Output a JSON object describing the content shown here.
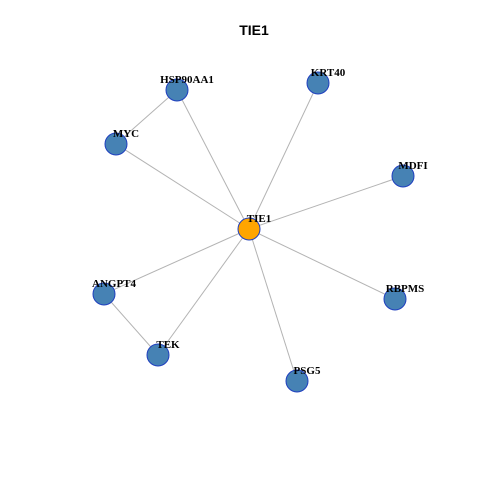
{
  "title": "TIE1",
  "colors": {
    "center_node": "#ffa500",
    "peripheral_node": "#4682b4",
    "node_border": "#1f3fbf",
    "edge": "#b3b3b3"
  },
  "nodes": [
    {
      "id": "TIE1",
      "label": "TIE1",
      "role": "center"
    },
    {
      "id": "HSP90AA1",
      "label": "HSP90AA1",
      "role": "neighbor"
    },
    {
      "id": "KRT40",
      "label": "KRT40",
      "role": "neighbor"
    },
    {
      "id": "MYC",
      "label": "MYC",
      "role": "neighbor"
    },
    {
      "id": "MDFI",
      "label": "MDFI",
      "role": "neighbor"
    },
    {
      "id": "ANGPT4",
      "label": "ANGPT4",
      "role": "neighbor"
    },
    {
      "id": "RBPMS",
      "label": "RBPMS",
      "role": "neighbor"
    },
    {
      "id": "TEK",
      "label": "TEK",
      "role": "neighbor"
    },
    {
      "id": "PSG5",
      "label": "PSG5",
      "role": "neighbor"
    }
  ],
  "edges": [
    {
      "source": "TIE1",
      "target": "HSP90AA1"
    },
    {
      "source": "TIE1",
      "target": "KRT40"
    },
    {
      "source": "TIE1",
      "target": "MYC"
    },
    {
      "source": "TIE1",
      "target": "MDFI"
    },
    {
      "source": "TIE1",
      "target": "ANGPT4"
    },
    {
      "source": "TIE1",
      "target": "RBPMS"
    },
    {
      "source": "TIE1",
      "target": "TEK"
    },
    {
      "source": "TIE1",
      "target": "PSG5"
    },
    {
      "source": "MYC",
      "target": "HSP90AA1"
    },
    {
      "source": "ANGPT4",
      "target": "TEK"
    }
  ]
}
